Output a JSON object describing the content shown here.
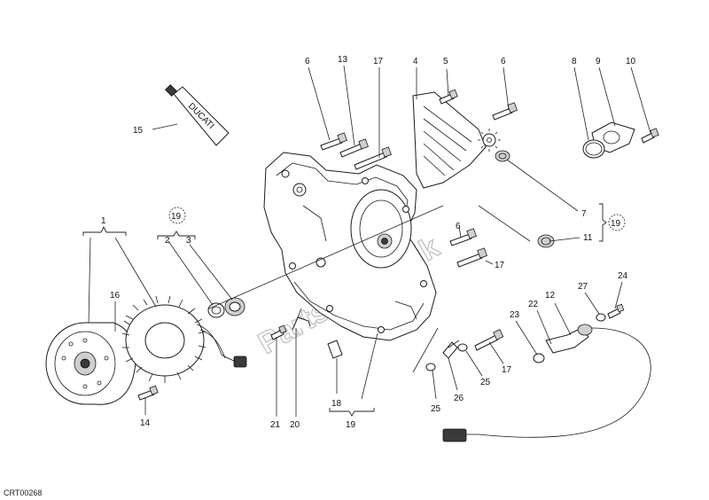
{
  "diagram": {
    "drawing_code": "CRT00268",
    "watermark_text": "PartsRepublik",
    "tube_label": "DUCATI",
    "callouts": {
      "c1": "1",
      "c2": "2",
      "c3": "3",
      "c4": "4",
      "c5": "5",
      "c6a": "6",
      "c6b": "6",
      "c6c": "6",
      "c7": "7",
      "c8": "8",
      "c9": "9",
      "c10": "10",
      "c11": "11",
      "c12": "12",
      "c13": "13",
      "c14": "14",
      "c15": "15",
      "c16": "16",
      "c17a": "17",
      "c17b": "17",
      "c17c": "17",
      "c18": "18",
      "c19a": "19",
      "c19b": "19",
      "c19c": "19",
      "c20": "20",
      "c21": "21",
      "c22": "22",
      "c23": "23",
      "c24": "24",
      "c25a": "25",
      "c25b": "25",
      "c26": "26",
      "c27": "27"
    }
  }
}
